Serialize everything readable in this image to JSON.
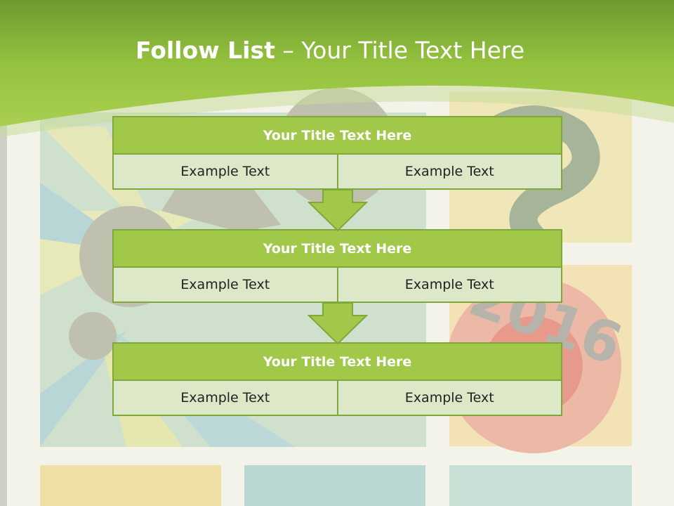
{
  "slide": {
    "title_bold": "Follow List",
    "title_rest": " – Your Title Text Here"
  },
  "blocks": [
    {
      "title": "Your Title Text Here",
      "left": "Example Text",
      "right": "Example Text"
    },
    {
      "title": "Your Title Text Here",
      "left": "Example Text",
      "right": "Example Text"
    },
    {
      "title": "Your Title Text Here",
      "left": "Example Text",
      "right": "Example Text"
    }
  ],
  "colors": {
    "header_green": "#8fbc3a",
    "title_fill": "#a2c84a",
    "cell_fill": "#dce8c8",
    "border": "#7fa83a"
  }
}
